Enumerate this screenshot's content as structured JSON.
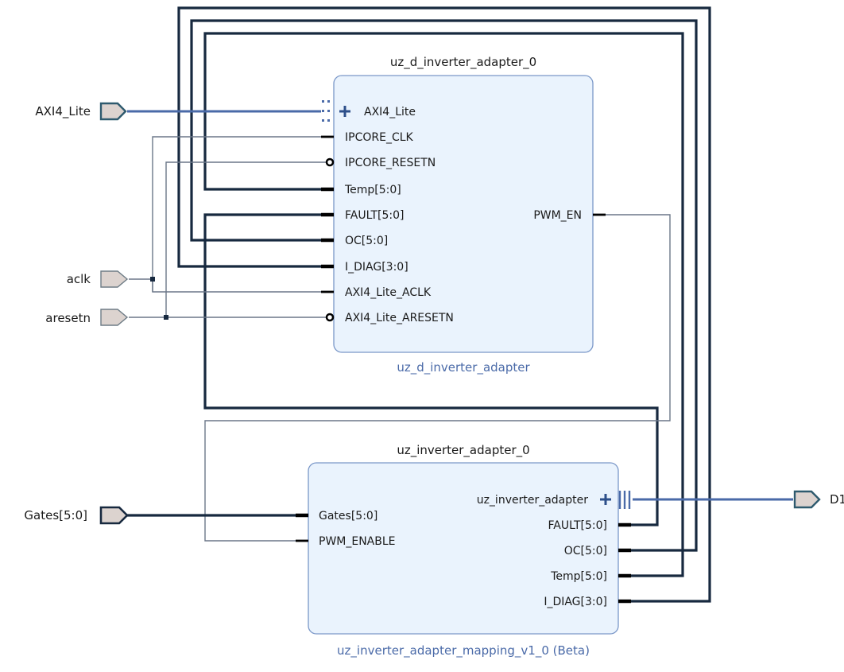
{
  "ext_ports": {
    "axi4_lite": "AXI4_Lite",
    "aclk": "aclk",
    "aresetn": "aresetn",
    "gates": "Gates[5:0]",
    "d1": "D1"
  },
  "top_block": {
    "instance": "uz_d_inverter_adapter_0",
    "module": "uz_d_inverter_adapter",
    "left_pins": [
      "AXI4_Lite",
      "IPCORE_CLK",
      "IPCORE_RESETN",
      "Temp[5:0]",
      "FAULT[5:0]",
      "OC[5:0]",
      "I_DIAG[3:0]",
      "AXI4_Lite_ACLK",
      "AXI4_Lite_ARESETN"
    ],
    "right_pins": [
      "PWM_EN"
    ]
  },
  "bottom_block": {
    "instance": "uz_inverter_adapter_0",
    "module": "uz_inverter_adapter_mapping_v1_0 (Beta)",
    "left_pins": [
      "Gates[5:0]",
      "PWM_ENABLE"
    ],
    "right_pins": [
      "uz_inverter_adapter",
      "FAULT[5:0]",
      "OC[5:0]",
      "Temp[5:0]",
      "I_DIAG[3:0]"
    ]
  },
  "colors": {
    "block_fill": "#eaf3fd",
    "block_border": "#7a97c8",
    "bus_wire": "#17293f",
    "signal_wire": "#6b7788",
    "interface_wire": "#4a6aa8",
    "module_label": "#4a6aa8",
    "port_fill": "#dcd3cf"
  }
}
